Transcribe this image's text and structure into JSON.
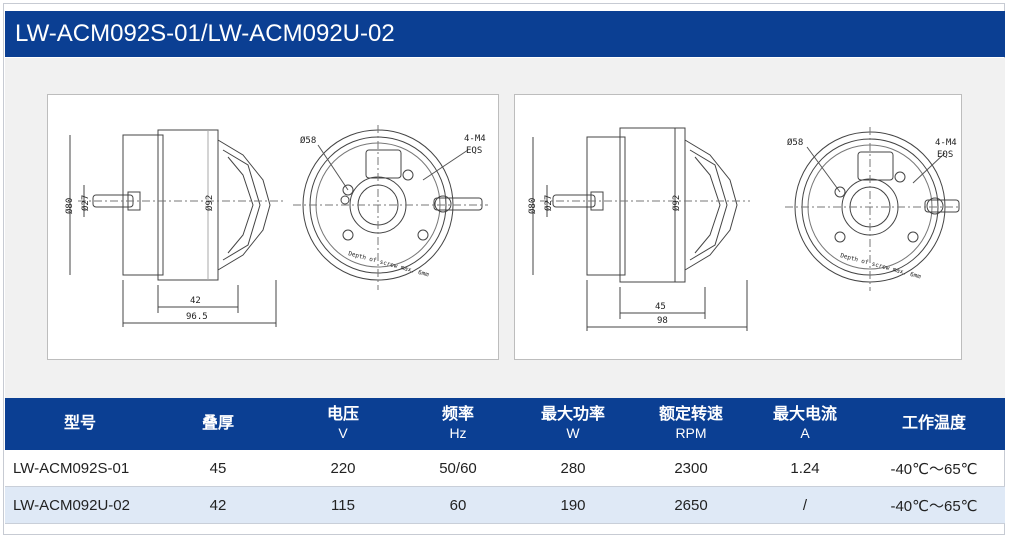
{
  "title": "LW-ACM092S-01/LW-ACM092U-02",
  "drawings": {
    "left": {
      "dia_outer": "Ø80",
      "dia_shaft": "Ø27",
      "dia_body": "Ø92",
      "len_body": "42",
      "len_total": "96.5",
      "dia_face": "Ø58",
      "screw_1": "4-M4",
      "screw_2": "EQS",
      "note": "Depth of screw max. 6mm"
    },
    "right": {
      "dia_outer": "Ø80",
      "dia_shaft": "Ø27",
      "dia_body": "Ø92",
      "len_body": "45",
      "len_total": "98",
      "dia_face": "Ø58",
      "screw_1": "4-M4",
      "screw_2": "EQS",
      "note": "Depth of screw max. 6mm"
    }
  },
  "table": {
    "headers": [
      {
        "label": "型号",
        "unit": ""
      },
      {
        "label": "叠厚",
        "unit": ""
      },
      {
        "label": "电压",
        "unit": "V"
      },
      {
        "label": "频率",
        "unit": "Hz"
      },
      {
        "label": "最大功率",
        "unit": "W"
      },
      {
        "label": "额定转速",
        "unit": "RPM"
      },
      {
        "label": "最大电流",
        "unit": "A"
      },
      {
        "label": "工作温度",
        "unit": ""
      }
    ],
    "rows": [
      [
        "LW-ACM092S-01",
        "45",
        "220",
        "50/60",
        "280",
        "2300",
        "1.24",
        "-40℃～65℃"
      ],
      [
        "LW-ACM092U-02",
        "42",
        "115",
        "60",
        "190",
        "2650",
        "/",
        "-40℃～65℃"
      ]
    ]
  }
}
